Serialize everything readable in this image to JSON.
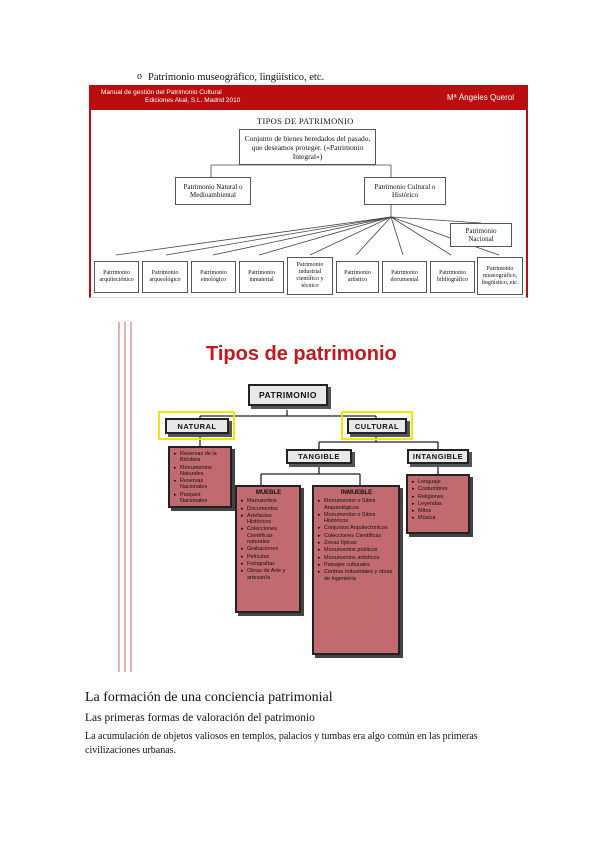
{
  "bullet": {
    "marker": "o",
    "text": "Patrimonio museográfico, lingüístico, etc."
  },
  "figure1": {
    "header_line1": "Manual de gestión del Patrimonio Cultural",
    "header_line2": "Ediciones Akal, S.L.  Madrid 2010",
    "author": "Mª Ángeles Querol",
    "title": "TIPOS DE PATRIMONIO",
    "root": "Conjunto de bienes heredados del pasado, que deseamos proteger. («Patrimonio Integral»)",
    "natural": "Patrimonio Natural o Medioambiental",
    "cultural": "Patrimonio Cultural o Histórico",
    "nacional": "Patrimonio Nacional",
    "leaves": [
      "Patrimonio arquitectónico",
      "Patrimonio arqueológico",
      "Patrimonio etnológico",
      "Patrimonio inmaterial",
      "Patrimonio industrial científico y técnico",
      "Patrimonio artístico",
      "Patrimonio documental",
      "Patrimonio bibliográfico",
      "Patrimonio museográfico, lingüístico, etc."
    ]
  },
  "figure2": {
    "title": "Tipos de patrimonio",
    "root": "PATRIMONIO",
    "natural": "NATURAL",
    "cultural": "CULTURAL",
    "tangible": "TANGIBLE",
    "intangible": "INTANGIBLE",
    "natural_items": [
      "Reservas de la Biósfera",
      "Monumentos Naturales",
      "Reservas Nacionales",
      "Parques Nacionales"
    ],
    "mueble_header": "MUEBLE",
    "mueble_items": [
      "Manuscritos",
      "Documentos",
      "Artefactos Históricos",
      "Colecciones Científicas naturales",
      "Grabaciones",
      "Películas",
      "Fotografías",
      "Obras de Arte y artesanía"
    ],
    "inmueble_header": "INMUEBLE",
    "inmueble_items": [
      "Monumentos o Sitios Arqueológicos",
      "Monumentos o Sitios Históricos",
      "Conjuntos Arquitectónicos",
      "Colecciones Científicas",
      "Zonas típicas",
      "Monumentos públicos",
      "Monumentos artísticos",
      "Paisajes culturales",
      "Centros Industriales y obras de ingeniería"
    ],
    "intangible_items": [
      "Lenguaje",
      "Costumbres",
      "Religiones",
      "Leyendas",
      "Mitos",
      "Música"
    ]
  },
  "section_title": "La formación de una conciencia patrimonial",
  "subsection_title": "Las primeras formas de valoración del patrimonio",
  "paragraph": "La acumulación de objetos valiosos en templos, palacios y tumbas era algo común en las primeras civilizaciones urbanas.",
  "colors": {
    "header_red": "#b90d10",
    "title_red": "#c8161d",
    "list_fill": "#c16b70",
    "highlight": "#f2e600"
  }
}
